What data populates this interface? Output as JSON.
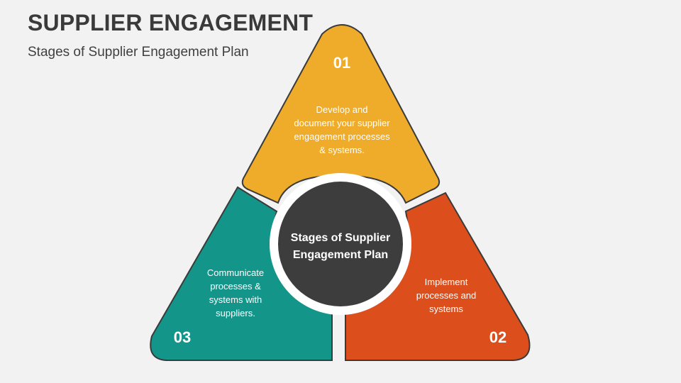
{
  "header": {
    "title": "SUPPLIER ENGAGEMENT",
    "subtitle": "Stages of Supplier Engagement Plan"
  },
  "center": {
    "lines": [
      "Stages of Supplier",
      "Engagement Plan"
    ],
    "color": "#3d3d3d",
    "ring_color": "#ffffff"
  },
  "stages": [
    {
      "number": "01",
      "lines": [
        "Develop and",
        "document your supplier",
        "engagement processes",
        "& systems."
      ],
      "color": "#efab2a"
    },
    {
      "number": "02",
      "lines": [
        "Implement",
        "processes and",
        "systems"
      ],
      "color": "#dc4e1c"
    },
    {
      "number": "03",
      "lines": [
        "Communicate",
        "processes &",
        "systems with",
        "suppliers."
      ],
      "color": "#13958a"
    }
  ],
  "outline_color": "#3a3a3a"
}
